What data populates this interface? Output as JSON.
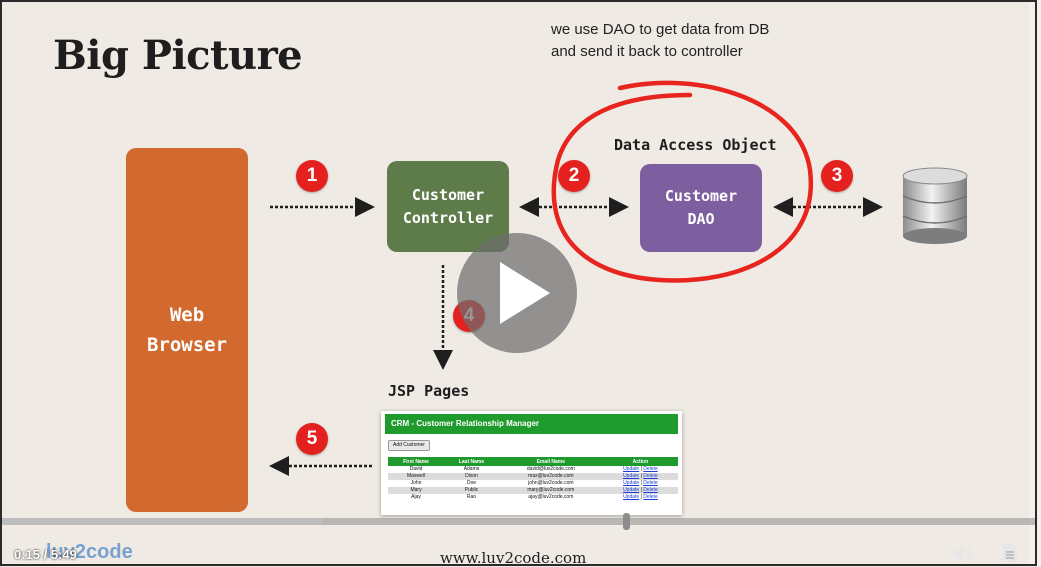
{
  "slide": {
    "title": "Big Picture",
    "note": "we use DAO to get data from DB and send it back to controller",
    "web_browser": "Web\nBrowser",
    "customer_controller": "Customer\nController",
    "customer_dao": "Customer\nDAO",
    "data_access_object_label": "Data Access Object",
    "jsp_pages_label": "JSP Pages",
    "badges": [
      "1",
      "2",
      "3",
      "4",
      "5"
    ],
    "footer_url": "www.luv2code.com",
    "brand": "luv2code"
  },
  "crm": {
    "header": "CRM - Customer Relationship Manager",
    "add_button": "Add Customer",
    "columns": [
      "First Name",
      "Last Name",
      "Email Name",
      "Action"
    ],
    "rows": [
      [
        "David",
        "Adams",
        "david@luv2code.com"
      ],
      [
        "Maxwell",
        "Dixon",
        "max@luv2code.com"
      ],
      [
        "John",
        "Doe",
        "john@luv2code.com"
      ],
      [
        "Mary",
        "Public",
        "mary@luv2code.com"
      ],
      [
        "Ajay",
        "Rao",
        "ajay@luv2code.com"
      ]
    ],
    "update_label": "Update",
    "delete_label": "Delete"
  },
  "player": {
    "time": "0:15 / 5:49",
    "progress_fraction": 0.043,
    "buffered_fraction": 0.311,
    "play_icon": "play-icon",
    "volume_icon": "volume-icon",
    "transcript_icon": "document-icon"
  },
  "colors": {
    "web_browser": "#d2692e",
    "controller": "#5e7b4a",
    "dao": "#7d5e9e",
    "badge": "#e4211f",
    "annotation_circle": "#e8241f",
    "crm_green": "#1f9b2e"
  }
}
